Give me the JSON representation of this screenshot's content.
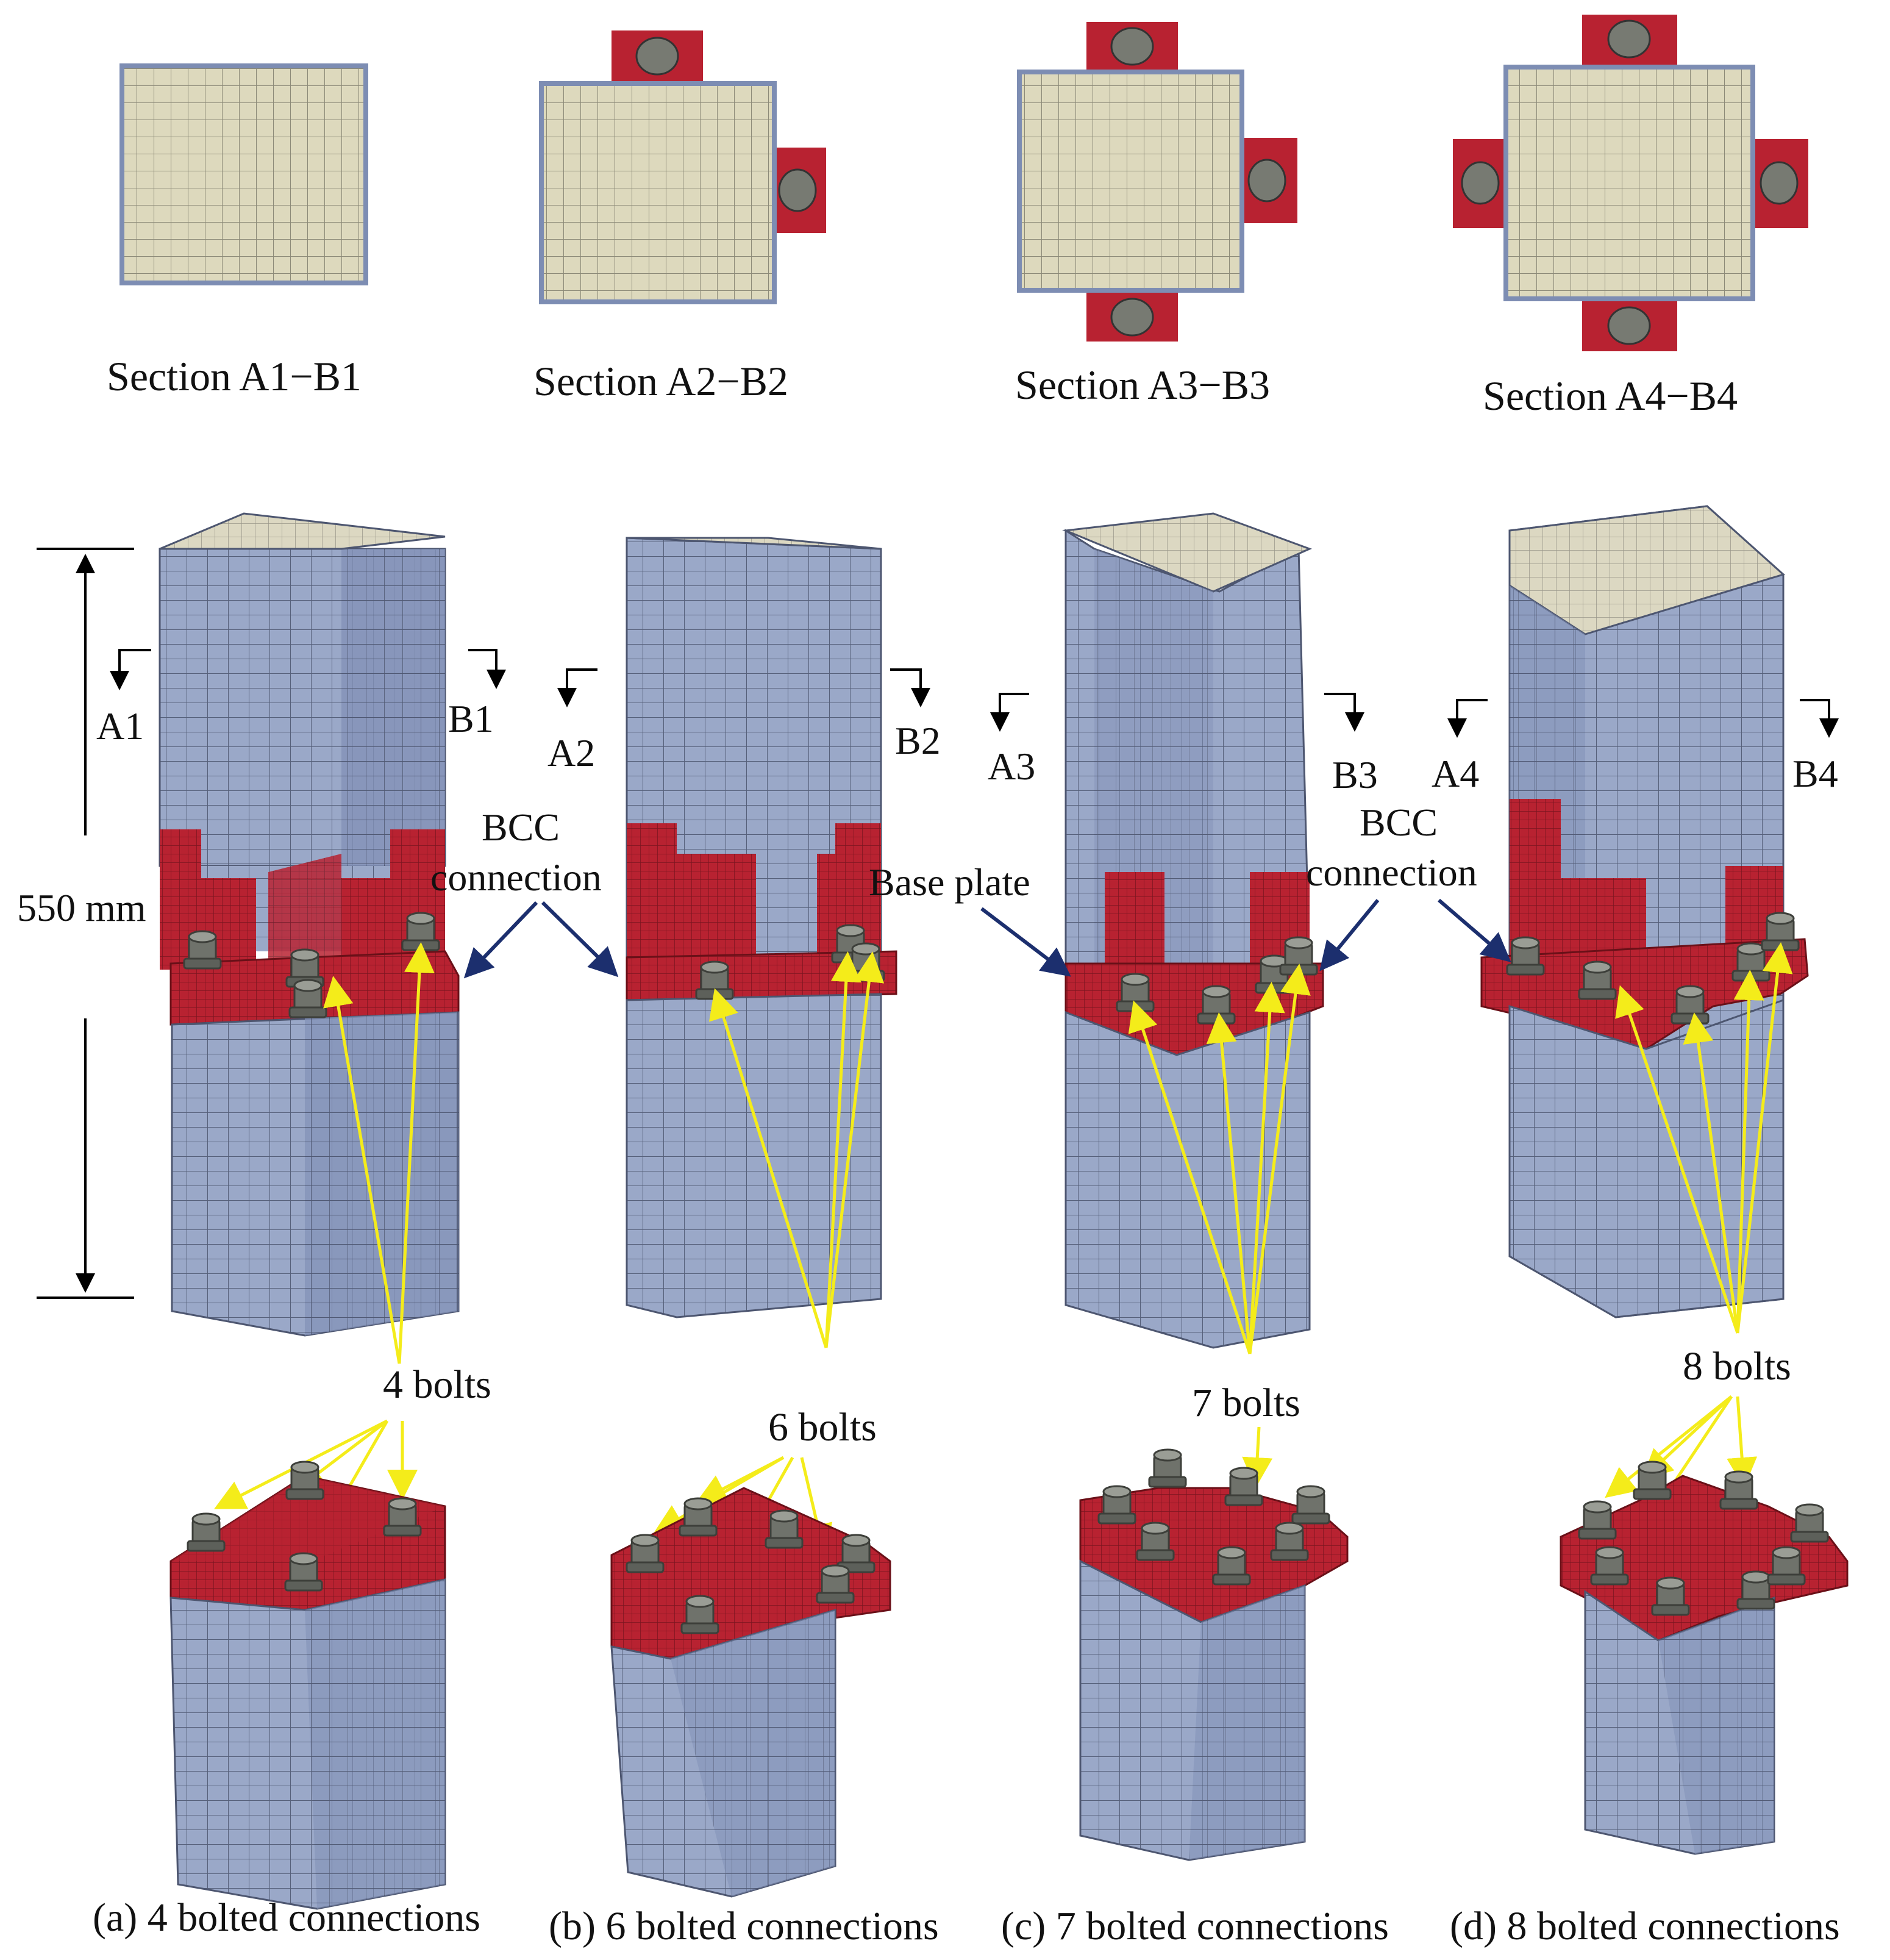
{
  "colors": {
    "mesh_blue": "#9aa8c8",
    "mesh_blue_dark": "#7d8db3",
    "mesh_line": "#56607a",
    "concrete_face": "#ddd9bd",
    "connector_red": "#b82231",
    "bolt_gray": "#6f726b",
    "arrow_yellow": "#f4ec1a",
    "arrow_navy": "#1c2f6e"
  },
  "sections": [
    {
      "label": "Section A1−B1"
    },
    {
      "label": "Section A2−B2"
    },
    {
      "label": "Section A3−B3"
    },
    {
      "label": "Section A4−B4"
    }
  ],
  "cut_marks": {
    "a1": "A1",
    "b1": "B1",
    "a2": "A2",
    "b2": "B2",
    "a3": "A3",
    "b3": "B3",
    "a4": "A4",
    "b4": "B4"
  },
  "dimension": {
    "label": "550 mm"
  },
  "annotations": {
    "bcc_left_line1": "BCC",
    "bcc_left_line2": "connection",
    "base_plate": "Base plate",
    "bcc_right_line1": "BCC",
    "bcc_right_line2": "connection"
  },
  "bolt_labels": {
    "a": "4 bolts",
    "b": "6 bolts",
    "c": "7 bolts",
    "d": "8 bolts"
  },
  "captions": [
    {
      "label": "(a) 4 bolted connections"
    },
    {
      "label": "(b) 6 bolted connections"
    },
    {
      "label": "(c) 7 bolted connections"
    },
    {
      "label": "(d) 8 bolted connections"
    }
  ]
}
